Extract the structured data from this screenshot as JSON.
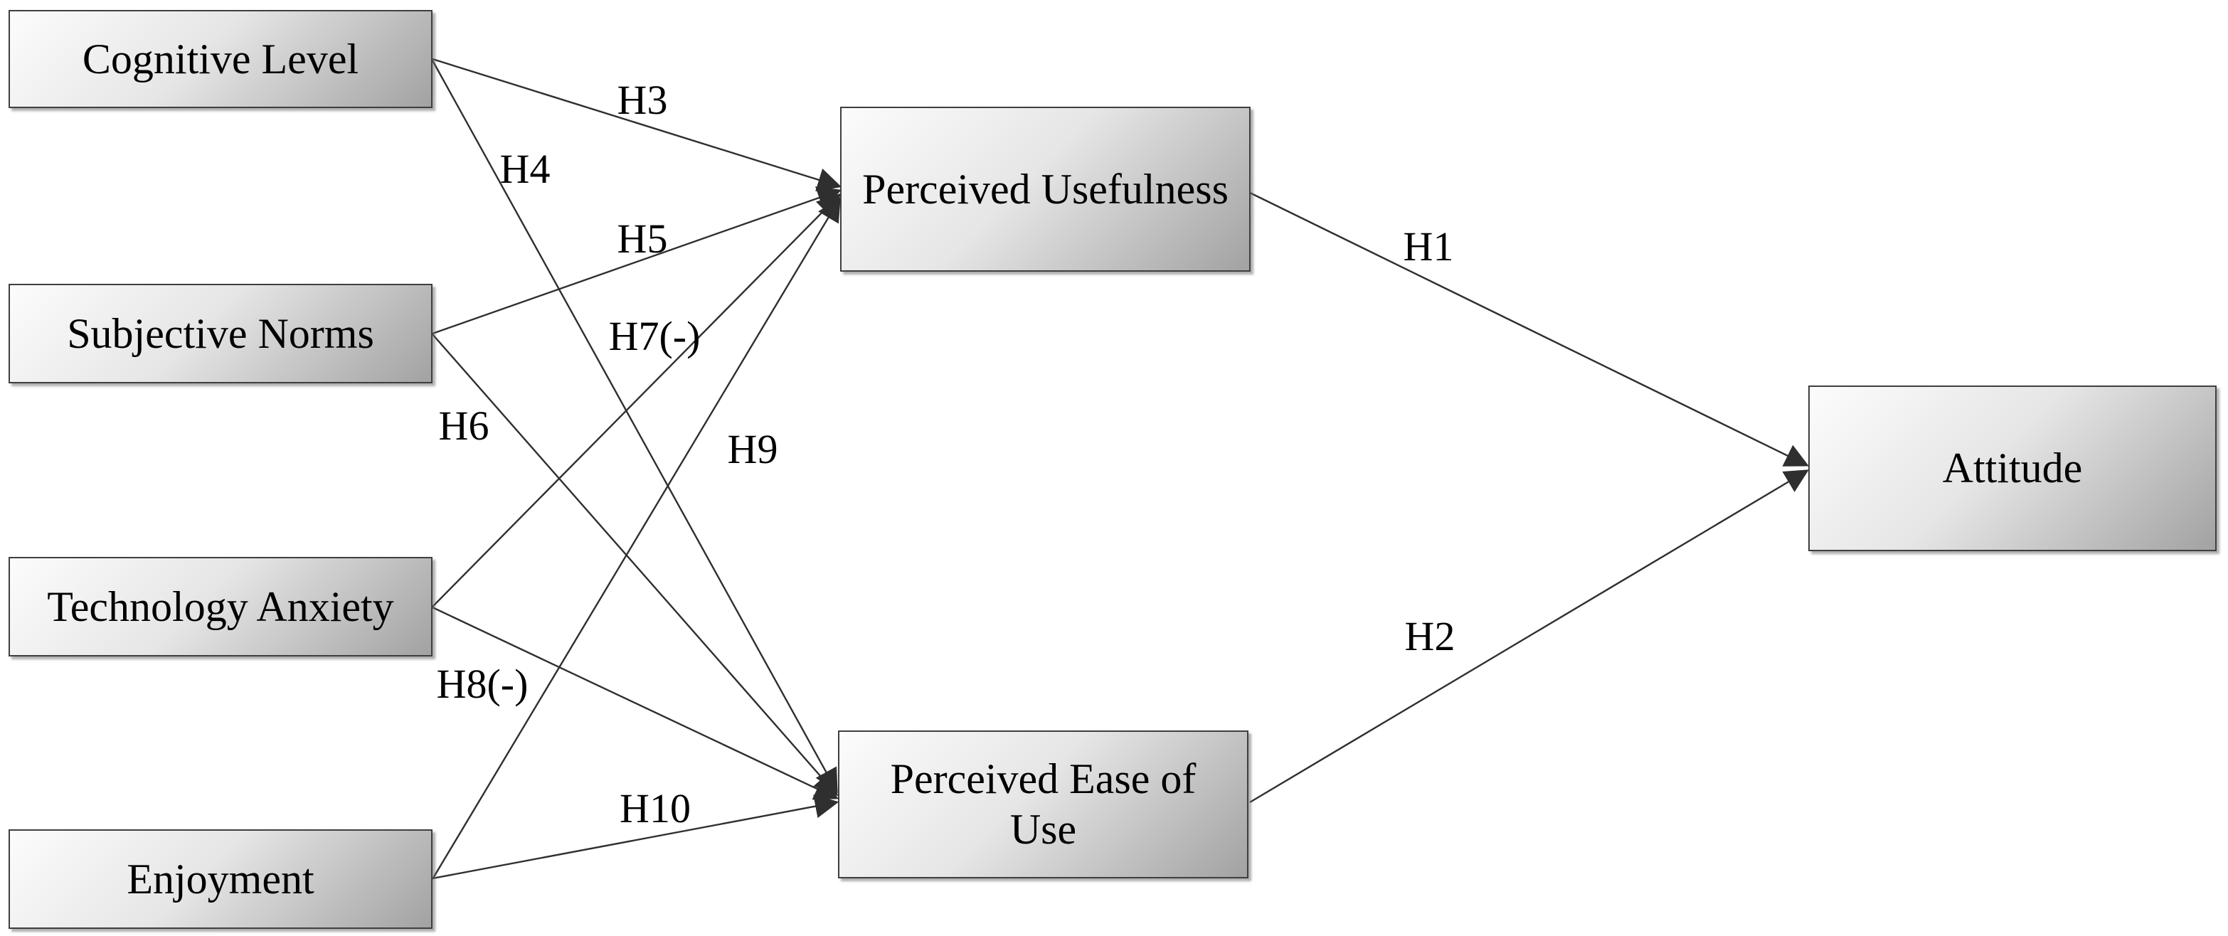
{
  "figure": {
    "type": "path-diagram",
    "nodes": [
      {
        "id": "cognitive-level",
        "label": "Cognitive Level"
      },
      {
        "id": "subjective-norms",
        "label": "Subjective Norms"
      },
      {
        "id": "technology-anxiety",
        "label": "Technology Anxiety"
      },
      {
        "id": "enjoyment",
        "label": "Enjoyment"
      },
      {
        "id": "perceived-usefulness",
        "label": "Perceived Usefulness"
      },
      {
        "id": "perceived-ease-of-use",
        "label": "Perceived Ease of Use"
      },
      {
        "id": "attitude",
        "label": "Attitude"
      }
    ],
    "edges": [
      {
        "id": "H1",
        "label": "H1",
        "from": "Perceived Usefulness",
        "to": "Attitude"
      },
      {
        "id": "H2",
        "label": "H2",
        "from": "Perceived Ease of Use",
        "to": "Attitude"
      },
      {
        "id": "H3",
        "label": "H3",
        "from": "Cognitive Level",
        "to": "Perceived Usefulness"
      },
      {
        "id": "H4",
        "label": "H4",
        "from": "Cognitive Level",
        "to": "Perceived Ease of Use"
      },
      {
        "id": "H5",
        "label": "H5",
        "from": "Subjective Norms",
        "to": "Perceived Usefulness"
      },
      {
        "id": "H6",
        "label": "H6",
        "from": "Subjective Norms",
        "to": "Perceived Ease of Use"
      },
      {
        "id": "H7",
        "label": "H7(-)",
        "from": "Technology Anxiety",
        "to": "Perceived Usefulness"
      },
      {
        "id": "H8",
        "label": "H8(-)",
        "from": "Technology Anxiety",
        "to": "Perceived Ease of Use"
      },
      {
        "id": "H9",
        "label": "H9",
        "from": "Enjoyment",
        "to": "Perceived Usefulness"
      },
      {
        "id": "H10",
        "label": "H10",
        "from": "Enjoyment",
        "to": "Perceived Ease of Use"
      }
    ],
    "colors": {
      "background": "#ffffff",
      "box_fill_light": "#fcfcfc",
      "box_fill_dark": "#a2a2a2",
      "box_border": "#3f3f3f",
      "connector": "#2f2f2f",
      "text": "#000000"
    }
  }
}
